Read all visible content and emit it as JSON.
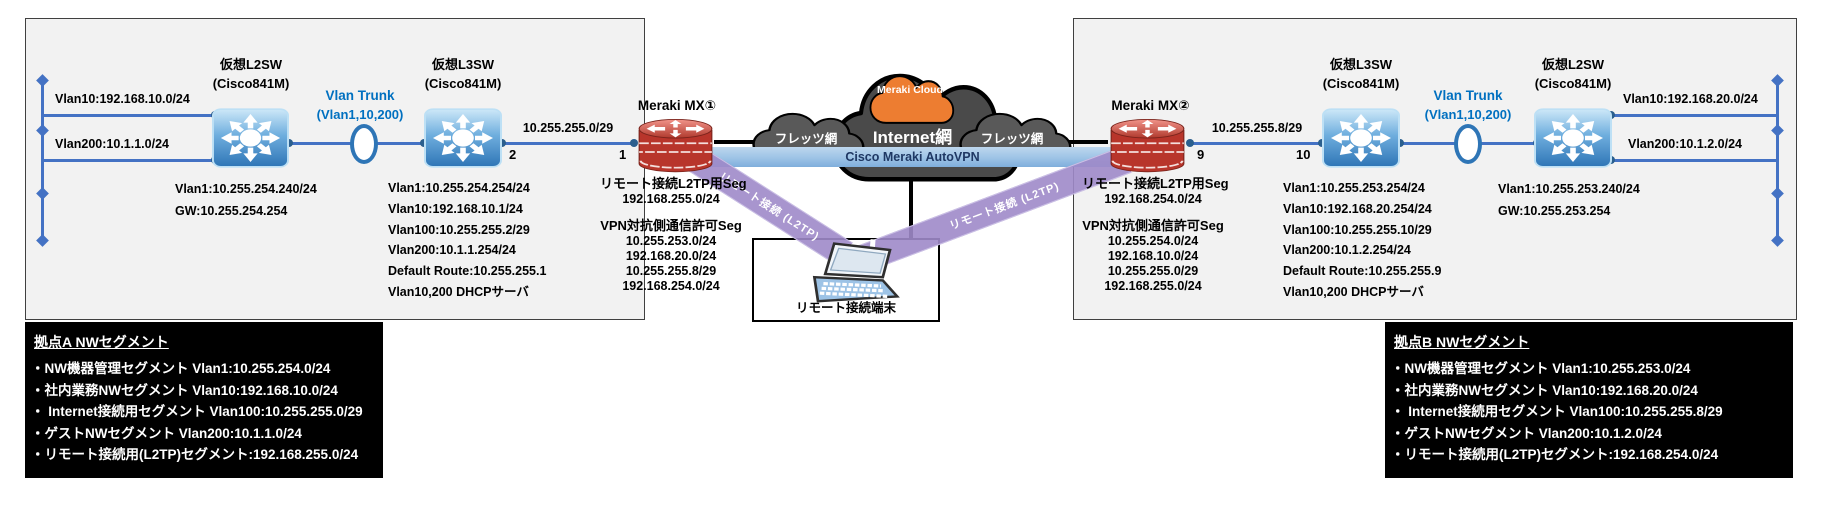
{
  "site_a": {
    "edge_labels": [
      "Vlan10:192.168.10.0/24",
      "Vlan200:10.1.1.0/24"
    ],
    "l2sw": {
      "title": "仮想L2SW",
      "model": "(Cisco841M)",
      "notes": [
        "Vlan1:10.255.254.240/24",
        "GW:10.255.254.254"
      ]
    },
    "trunk": {
      "label": "Vlan Trunk",
      "vlans": "(Vlan1,10,200)"
    },
    "l3sw": {
      "title": "仮想L3SW",
      "model": "(Cisco841M)",
      "notes": [
        "Vlan1:10.255.254.254/24",
        "Vlan10:192.168.10.1/24",
        "Vlan100:10.255.255.2/29",
        "Vlan200:10.1.1.254/24",
        "Default Route:10.255.255.1",
        "Vlan10,200 DHCPサーバ"
      ]
    },
    "wan_link": {
      "subnet": "10.255.255.0/29",
      "port_left": "2",
      "port_right": "1"
    },
    "mx": {
      "title": "Meraki MX①",
      "l2tp_heading": "リモート接続L2TP用Seg",
      "l2tp_subnet": "192.168.255.0/24",
      "vpn_heading": "VPN対抗側通信許可Seg",
      "vpn_subnets": [
        "10.255.253.0/24",
        "192.168.20.0/24",
        "10.255.255.8/29",
        "192.168.254.0/24"
      ]
    }
  },
  "site_b": {
    "edge_labels": [
      "Vlan10:192.168.20.0/24",
      "Vlan200:10.1.2.0/24"
    ],
    "l2sw": {
      "title": "仮想L2SW",
      "model": "(Cisco841M)",
      "notes": [
        "Vlan1:10.255.253.240/24",
        "GW:10.255.253.254"
      ]
    },
    "trunk": {
      "label": "Vlan Trunk",
      "vlans": "(Vlan1,10,200)"
    },
    "l3sw": {
      "title": "仮想L3SW",
      "model": "(Cisco841M)",
      "notes": [
        "Vlan1:10.255.253.254/24",
        "Vlan10:192.168.20.254/24",
        "Vlan100:10.255.255.10/29",
        "Vlan200:10.1.2.254/24",
        "Default Route:10.255.255.9",
        "Vlan10,200 DHCPサーバ"
      ]
    },
    "wan_link": {
      "subnet": "10.255.255.8/29",
      "port_left": "9",
      "port_right": "10"
    },
    "mx": {
      "title": "Meraki MX②",
      "l2tp_heading": "リモート接続L2TP用Seg",
      "l2tp_subnet": "192.168.254.0/24",
      "vpn_heading": "VPN対抗側通信許可Seg",
      "vpn_subnets": [
        "10.255.254.0/24",
        "192.168.10.0/24",
        "10.255.255.0/29",
        "192.168.255.0/24"
      ]
    }
  },
  "cloud": {
    "flets_left": "フレッツ網",
    "flets_right": "フレッツ網",
    "internet": "Internet網",
    "meraki": "Meraki Cloud",
    "autovpn": "Cisco Meraki AutoVPN"
  },
  "remote": {
    "l2tp_left": "リモート接続 (L2TP)",
    "l2tp_right": "リモート接続 (L2TP)",
    "terminal": "リモート接続端末"
  },
  "legend_a": {
    "title": "拠点A NWセグメント",
    "items": [
      "・NW機器管理セグメント Vlan1:10.255.254.0/24",
      "・社内業務NWセグメント Vlan10:192.168.10.0/24",
      "・ Internet接続用セグメント Vlan100:10.255.255.0/29",
      "・ゲストNWセグメント Vlan200:10.1.1.0/24",
      "・リモート接続用(L2TP)セグメント:192.168.255.0/24"
    ]
  },
  "legend_b": {
    "title": "拠点B NWセグメント",
    "items": [
      "・NW機器管理セグメント Vlan1:10.255.253.0/24",
      "・社内業務NWセグメント Vlan10:192.168.20.0/24",
      "・ Internet接続用セグメント Vlan100:10.255.255.8/29",
      "・ゲストNWセグメント Vlan200:10.1.2.0/24",
      "・リモート接続用(L2TP)セグメント:192.168.254.0/24"
    ]
  },
  "colors": {
    "line_blue": "#4472C4",
    "trunk_text_blue": "#0070C0",
    "autovpn_fill": "#9DC3E6",
    "l2tp_band_purple": "#9E8AC9",
    "meraki_orange": "#ED7D31",
    "flets_gray": "#595959",
    "internet_gray": "#4A4A4A",
    "mx_red": "#C0392B",
    "switch_blue": "#5B9BD5"
  }
}
